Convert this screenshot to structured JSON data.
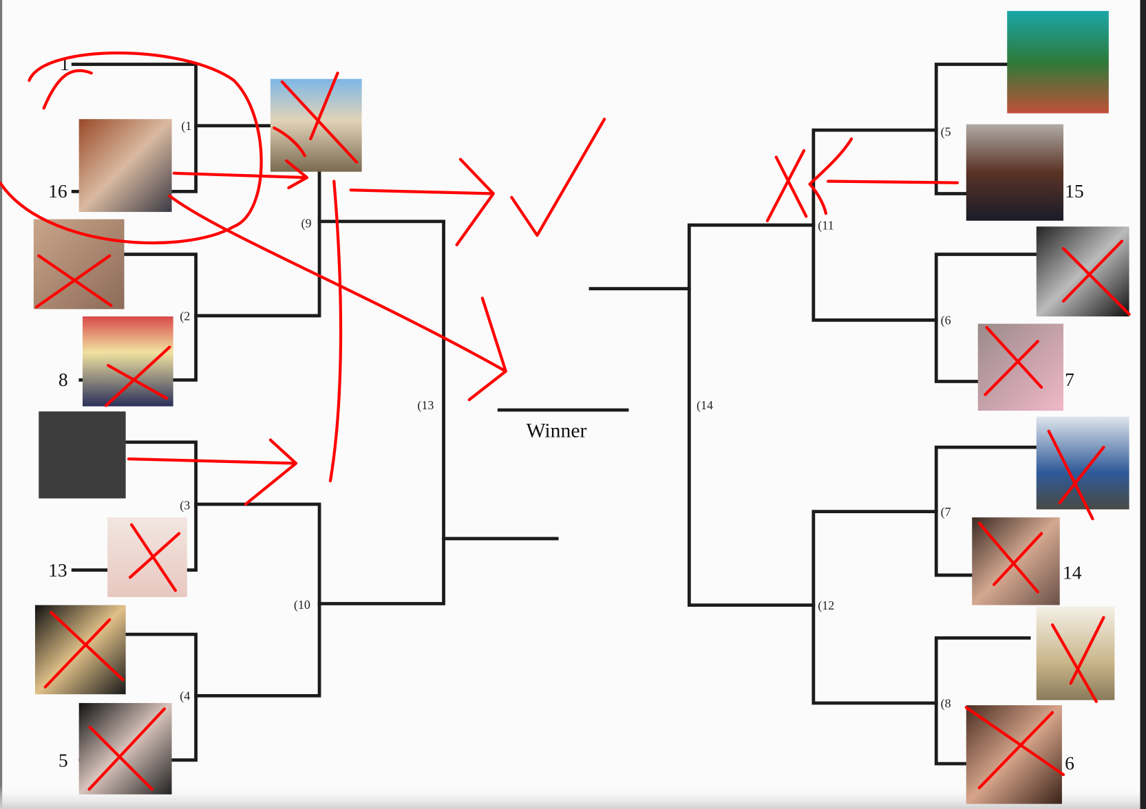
{
  "bracket": {
    "winner_label": "Winner",
    "seeds_left": [
      "1",
      "16",
      "8",
      "13",
      "5"
    ],
    "seeds_right": [
      "15",
      "7",
      "14",
      "6"
    ],
    "matches": [
      "(1",
      "(2",
      "(3",
      "(4",
      "(5",
      "(6",
      "(7",
      "(8",
      "(9",
      "(10",
      "(11",
      "(12",
      "(13",
      "(14"
    ]
  },
  "colors": {
    "annotation": "#ff0000",
    "line": "#1c1c1c",
    "background": "#fbfbfb"
  }
}
